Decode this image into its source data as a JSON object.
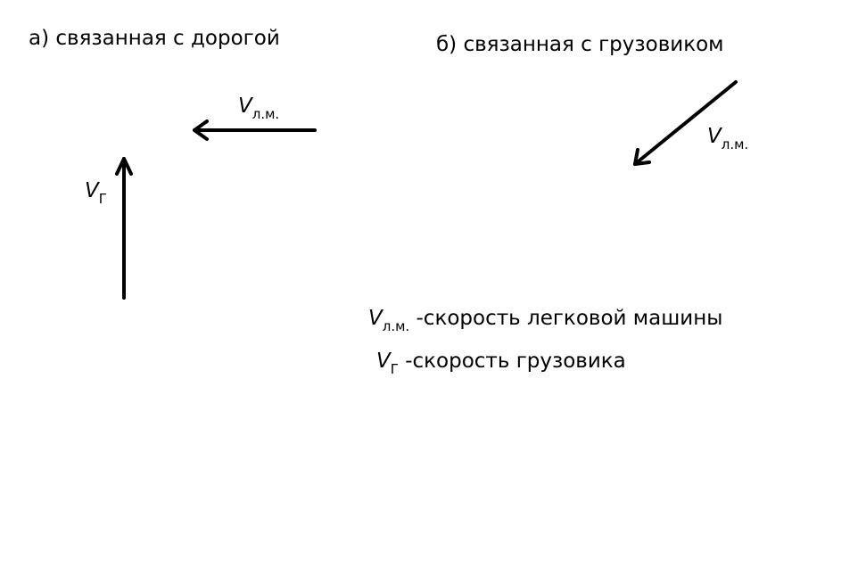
{
  "panels": {
    "road": {
      "title": "а) связанная с дорогой"
    },
    "truck": {
      "title": "б) связанная с грузовиком"
    }
  },
  "vectors": {
    "car_road": {
      "symbol": "V",
      "subscript": "л.м."
    },
    "truck_road": {
      "symbol": "V",
      "subscript": "Г"
    },
    "car_truck": {
      "symbol": "V",
      "subscript": "л.м."
    }
  },
  "legend": [
    {
      "symbol": "V",
      "subscript": "л.м.",
      "text": " -скорость легковой машины"
    },
    {
      "symbol": "V",
      "subscript": "Г",
      "text": " -скорость грузовика"
    }
  ],
  "colors": {
    "ink": "#000000",
    "background": "#ffffff"
  }
}
